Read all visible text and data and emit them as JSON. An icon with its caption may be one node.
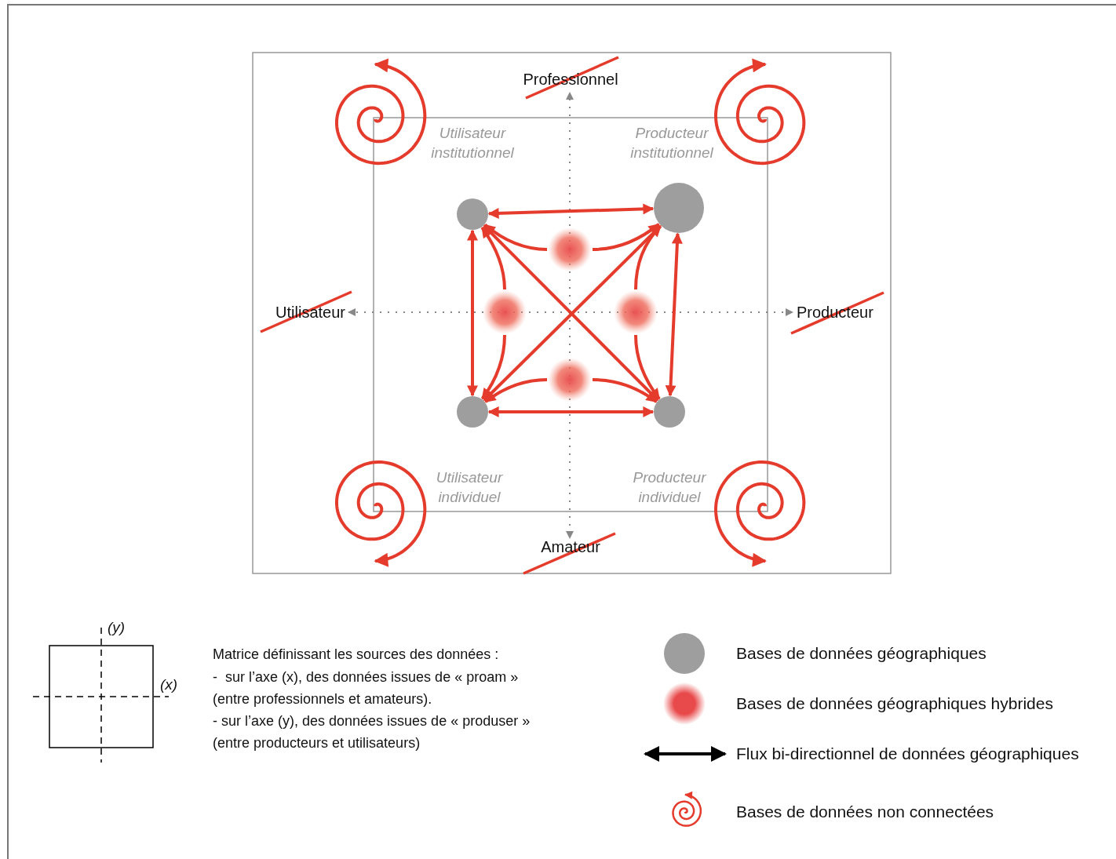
{
  "diagram": {
    "nodes": [
      {
        "text": [],
        "shape": "spiral"
      },
      {
        "text": [],
        "shape": "spiral"
      },
      {
        "text": [],
        "shape": "circle"
      },
      {
        "text": [],
        "shape": "circle"
      },
      {
        "text": [],
        "shape": "circle"
      },
      {
        "text": [],
        "shape": "circle"
      },
      {
        "text": [],
        "shape": "circle"
      },
      {
        "text": [],
        "shape": "circle"
      },
      {
        "text": [],
        "shape": "circle"
      },
      {
        "text": [],
        "shape": "circle"
      },
      {
        "text": [],
        "shape": "spiral"
      },
      {
        "text": [],
        "shape": "spiral"
      }
    ],
    "edges": [
      {
        "from": 2,
        "to": 3,
        "arrow": "both"
      },
      {
        "from": 2,
        "to": 8,
        "arrow": "both"
      },
      {
        "from": 3,
        "to": 9,
        "arrow": "both"
      },
      {
        "from": 8,
        "to": 9,
        "arrow": "both"
      },
      {
        "from": 2,
        "to": 9,
        "arrow": "both"
      },
      {
        "from": 3,
        "to": 8,
        "arrow": "both"
      },
      {
        "from": 4,
        "to": 2,
        "arrow": "to"
      },
      {
        "from": 4,
        "to": 3,
        "arrow": "to"
      },
      {
        "from": 5,
        "to": 2,
        "arrow": "to"
      },
      {
        "from": 5,
        "to": 8,
        "arrow": "to"
      },
      {
        "from": 6,
        "to": 3,
        "arrow": "to"
      },
      {
        "from": 6,
        "to": 9,
        "arrow": "to"
      },
      {
        "from": 7,
        "to": 8,
        "arrow": "to"
      },
      {
        "from": 7,
        "to": 9,
        "arrow": "to"
      }
    ],
    "labels": [
      "Professionnel",
      "Utilisateur institutionnel",
      "Producteur institutionnel",
      "Utilisateur",
      "Producteur",
      "Utilisateur individuel",
      "Producteur individuel",
      "Amateur",
      "(y)",
      "(x)",
      "Matrice définissant les sources des données :",
      "-  sur l’axe (x), des données issues de « proam » (entre professionnels et amateurs).",
      "- sur l’axe (y), des données issues de « produser » (entre producteurs et utilisateurs)"
    ],
    "legend": [
      {
        "text": "Bases de données géographiques",
        "color": "#9e9e9e"
      },
      {
        "text": "Bases de données géographiques hybrides",
        "color": "#e8494a"
      },
      {
        "text": "Flux bi-directionnel de données géographiques"
      },
      {
        "text": "Bases de données non connectées"
      }
    ]
  }
}
